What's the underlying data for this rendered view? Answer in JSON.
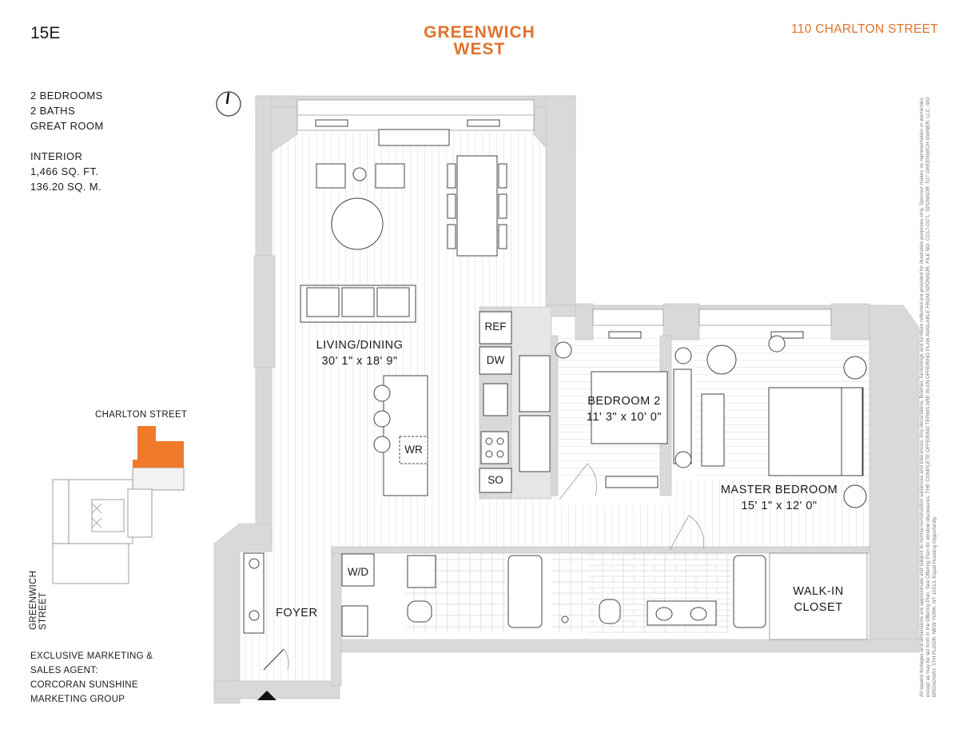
{
  "header": {
    "unit": "15E",
    "brand_line1": "GREENWICH",
    "brand_line2": "WEST",
    "address": "110 CHARLTON STREET"
  },
  "specs": {
    "bedrooms": "2 BEDROOMS",
    "baths": "2 BATHS",
    "great_room": "GREAT ROOM",
    "interior_label": "INTERIOR",
    "sq_ft": "1,466 SQ. FT.",
    "sq_m": "136.20 SQ. M."
  },
  "keyplan": {
    "charlton_street": "CHARLTON STREET",
    "greenwich_street": "GREENWICH STREET",
    "highlight_color": "#f07a2a"
  },
  "agent": {
    "line1": "EXCLUSIVE MARKETING &",
    "line2": "SALES AGENT:",
    "line3": "CORCORAN SUNSHINE",
    "line4": "MARKETING GROUP"
  },
  "rooms": {
    "living_name": "LIVING/DINING",
    "living_dims": "30' 1\" x 18' 9\"",
    "bedroom2_name": "BEDROOM 2",
    "bedroom2_dims": "11' 3\" x 10' 0\"",
    "master_name": "MASTER BEDROOM",
    "master_dims": "15' 1\" x 12' 0\"",
    "walkin_line1": "WALK-IN",
    "walkin_line2": "CLOSET",
    "foyer": "FOYER"
  },
  "fixtures": {
    "ref": "REF",
    "dw": "DW",
    "so": "SO",
    "wr": "WR",
    "wd": "W/D"
  },
  "disclaimer": "All square footages and dimensions are approximate and subject to normal construction variances and tolerances. Any decorations, finishes, furnishings and furniture reflected are provided for illustrative purposes only. Sponsor makes no representation or warranties except as may be set forth in the Offering Plan. See Offering Plan for window disclosures. THE COMPLETE OFFERING TERMS ARE IN AN OFFERING PLAN AVAILABLE FROM SPONSOR. FILE NO. CD17-0371. SPONSOR: 537 GREENWICH OWNER, LLC, 483 BROADWAY, 5TH FLOOR, NEW YORK, NY 10013. Equal Housing Opportunity.",
  "colors": {
    "brand": "#e0722c",
    "wall": "#d9d9d9"
  }
}
